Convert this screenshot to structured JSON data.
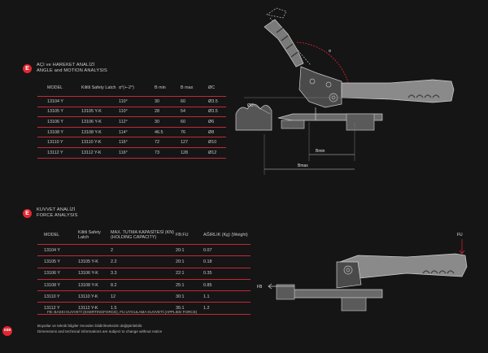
{
  "section1": {
    "title_tr": "AÇI ve HAREKET ANALİZİ",
    "title_en": "ANGLE and MOTION ANALYSIS",
    "headers": [
      "MODEL",
      "Kilitli Safety Latch",
      "α°(+-2°)",
      "B min",
      "B max",
      "ØC"
    ],
    "rows": [
      [
        "13104 Y",
        "",
        "110°",
        "30",
        "60",
        "Ø3.5"
      ],
      [
        "13105 Y",
        "13105 Y-K",
        "110°",
        "28",
        "54",
        "Ø3.5"
      ],
      [
        "13106 Y",
        "13106 Y-K",
        "112°",
        "30",
        "60",
        "Ø6"
      ],
      [
        "13108 Y",
        "13108 Y-K",
        "114°",
        "46.5",
        "76",
        "Ø8"
      ],
      [
        "13110 Y",
        "13110 Y-K",
        "116°",
        "72",
        "127",
        "Ø10"
      ],
      [
        "13112 Y",
        "13112 Y-K",
        "116°",
        "73",
        "128",
        "Ø12"
      ]
    ]
  },
  "section2": {
    "title_tr": "KUVVET ANALİZİ",
    "title_en": "FORCE ANALYSIS",
    "headers": [
      "MODEL",
      "Kilitli Safety Latch",
      "MAX. TUTMA KAPASİTESİ (KN) (HOLDING CAPACITY)",
      "FB:FU",
      "AĞIRLIK (Kg) (Weight)"
    ],
    "rows": [
      [
        "13104 Y",
        "",
        "2",
        "20:1",
        "0.07"
      ],
      [
        "13105 Y",
        "13105 Y-K",
        "2.2",
        "20:1",
        "0.18"
      ],
      [
        "13106 Y",
        "13106 Y-K",
        "3.3",
        "22:1",
        "0.35"
      ],
      [
        "13108 Y",
        "13108 Y-K",
        "8.2",
        "25:1",
        "0.85"
      ],
      [
        "13110 Y",
        "13110 Y-K",
        "12",
        "30:1",
        "1.1"
      ],
      [
        "13112 Y",
        "13112 Y-K",
        "1.5",
        "35:1",
        "1.2"
      ]
    ],
    "footnote": "FB: BASKI KUVVETİ (EXERTINGFORCE), FU:UYGULAMA KUVVETİ (APPLIED FORCE)"
  },
  "notes": {
    "tr": "Boyutlar ve teknik bilgiler önceden bildirilmeksizin değiştirilebilir.",
    "en": "Dimensions and technical informations are subject to change without notice"
  },
  "page_number": "038",
  "logo_glyph": "E",
  "diagram1": {
    "alpha": "α",
    "c": "ØC",
    "bmin": "Bmin",
    "bmax": "Bmax"
  },
  "diagram2": {
    "fu": "FU",
    "fb": "FB"
  },
  "colors": {
    "accent": "#e3262f",
    "rule": "#c02a35",
    "background": "#151515"
  }
}
